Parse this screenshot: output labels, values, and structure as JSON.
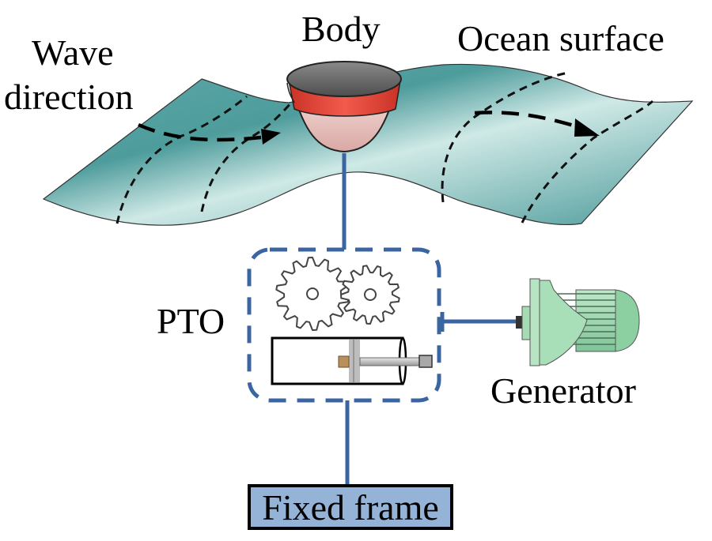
{
  "title": "Wave energy converter schematic",
  "labels": {
    "wave_direction_line1": "Wave",
    "wave_direction_line2": "direction",
    "body": "Body",
    "ocean_surface": "Ocean surface",
    "pto": "PTO",
    "generator": "Generator",
    "fixed_frame": "Fixed frame"
  },
  "colors": {
    "connector": "#3a65a0",
    "ocean": "#6fb3b4",
    "body_top": "#6a6a6a",
    "body_band": "#e0463a",
    "body_bottom": "#efcfcc",
    "generator": "#9fd8b0",
    "fixed_frame_fill": "#95b3d7"
  },
  "components": [
    "Body",
    "Ocean surface",
    "PTO (gears + hydraulic cylinder)",
    "Generator",
    "Fixed frame"
  ]
}
